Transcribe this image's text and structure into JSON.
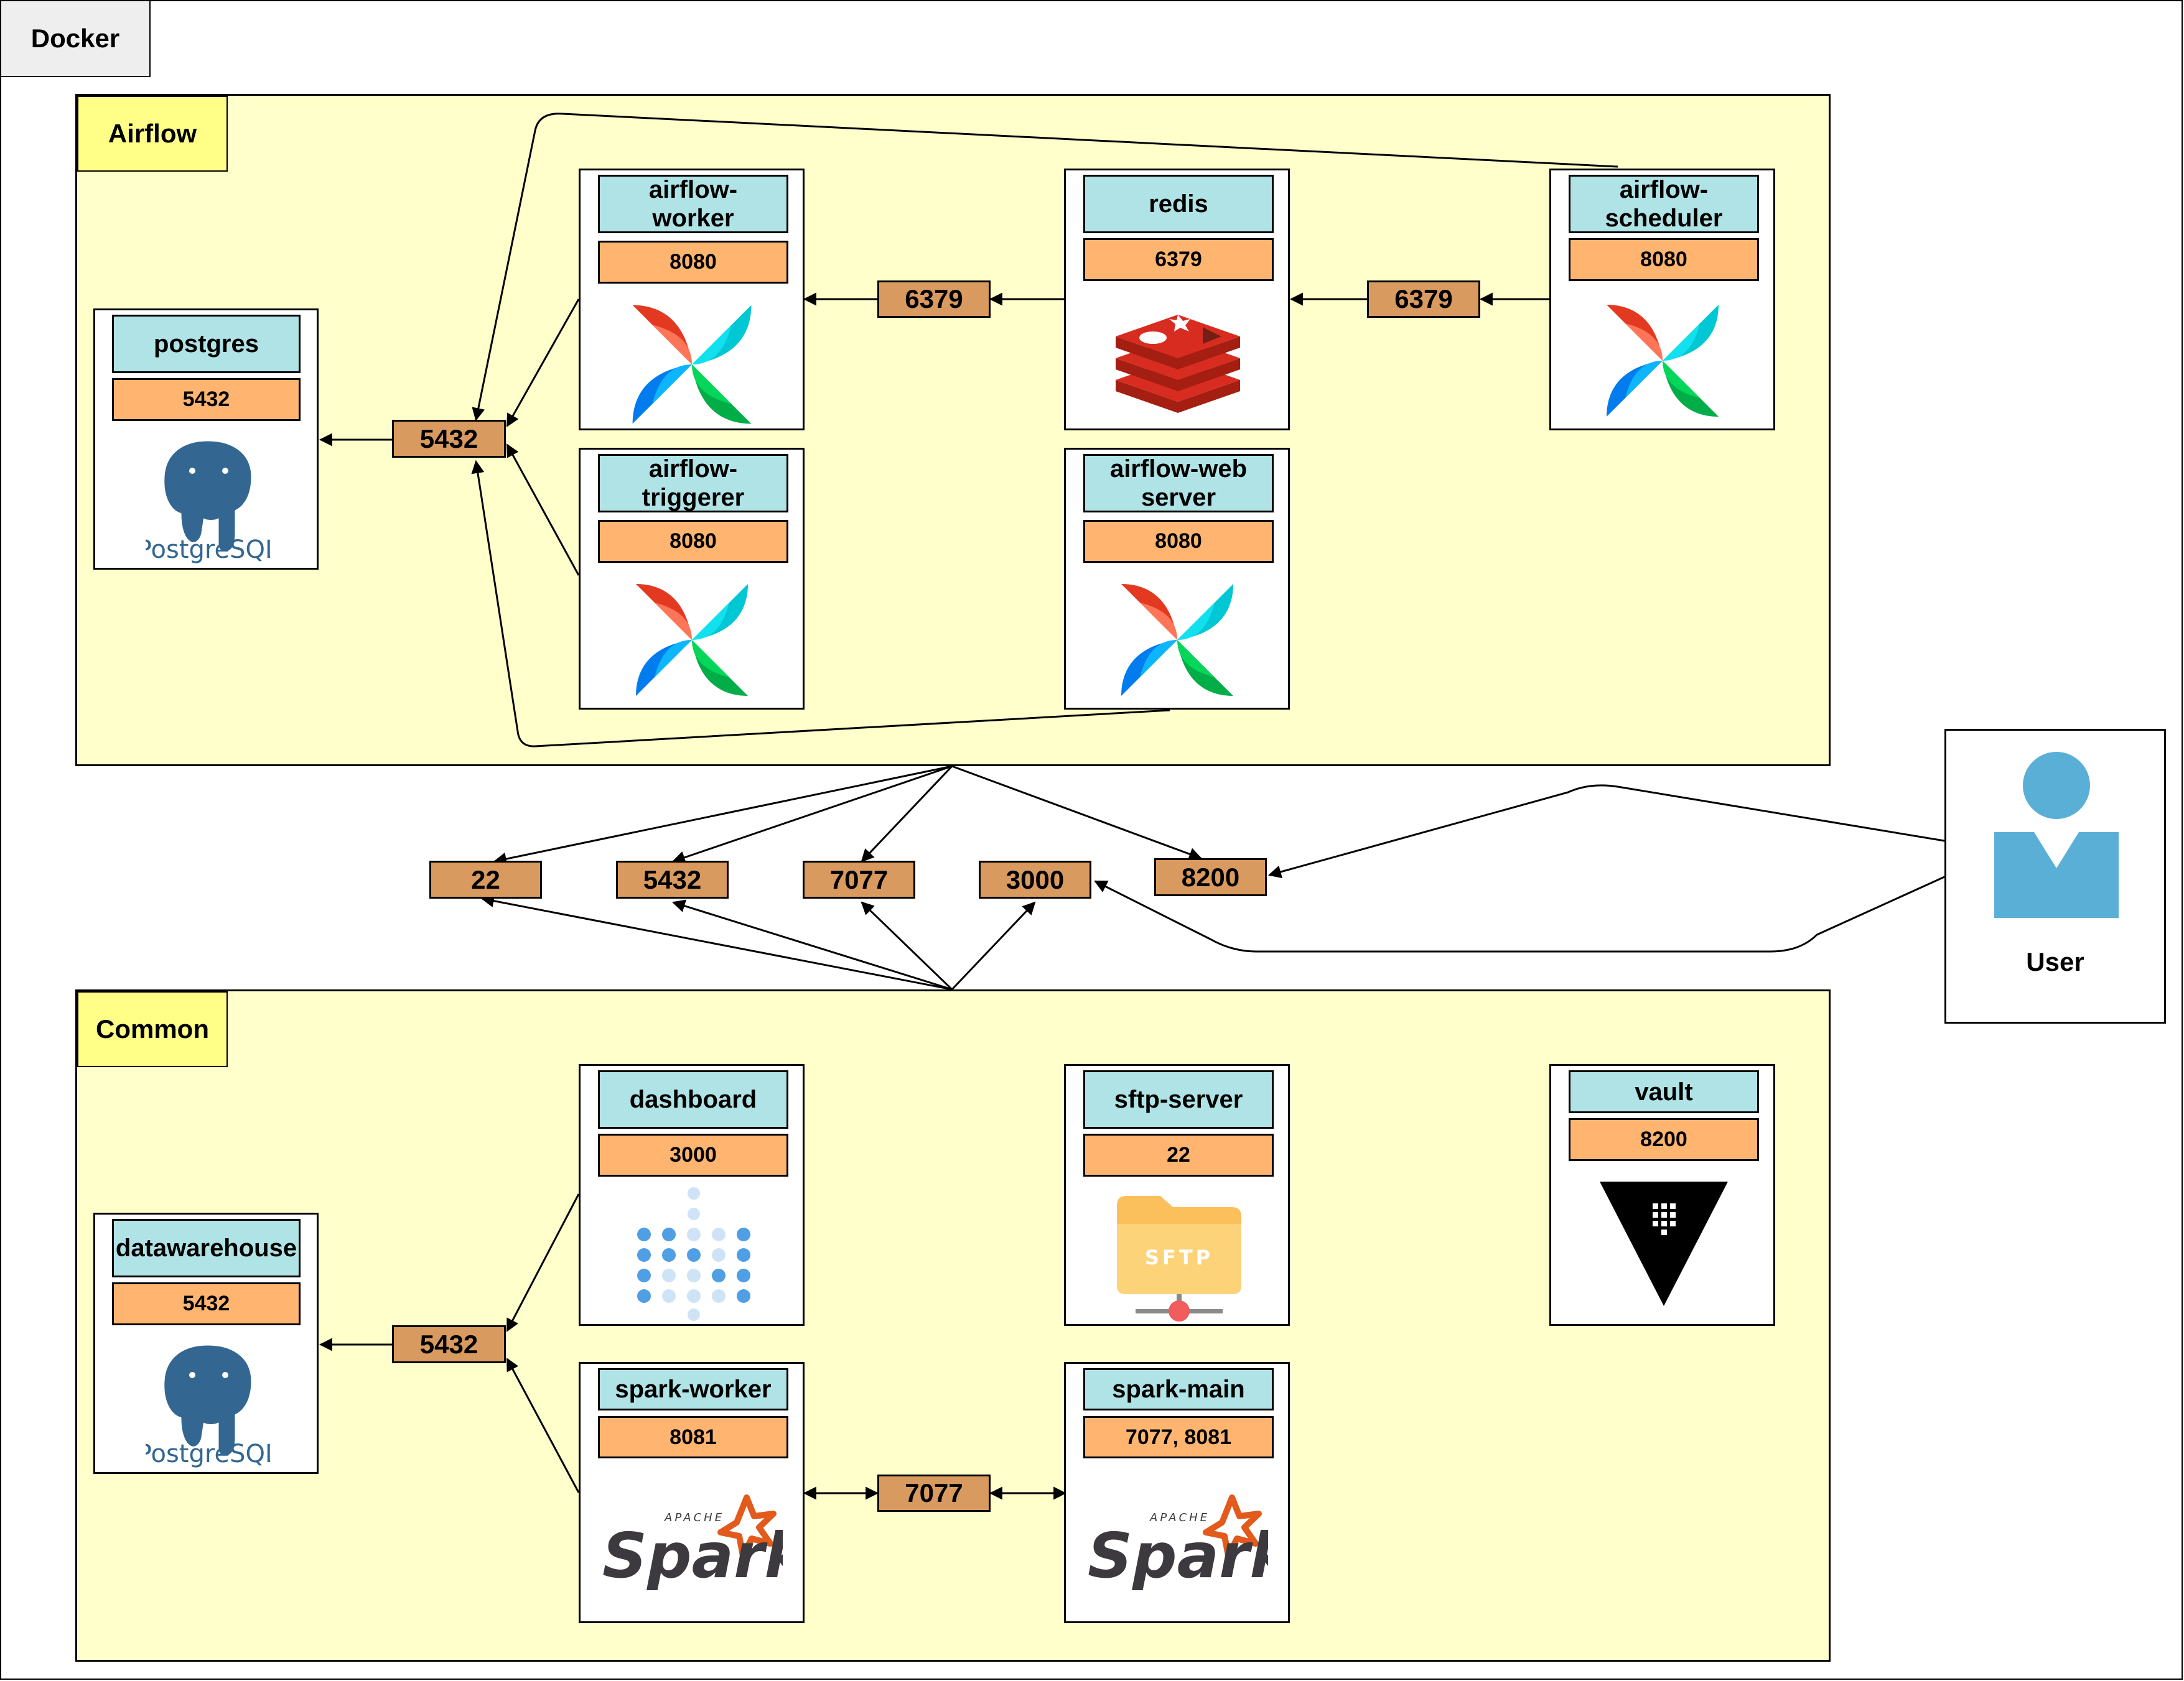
{
  "docker_label": "Docker",
  "user_label": "User",
  "colors": {
    "group_fill": "#ffffcc",
    "group_tag_fill": "#ffff88",
    "service_name_fill": "#b0e3e6",
    "service_port_fill": "#ffb570",
    "port_chip_fill": "#d99a5f",
    "docker_tag_fill": "#eeeeee",
    "user_icon": "#5aafd6"
  },
  "groups": {
    "airflow": "Airflow",
    "common": "Common"
  },
  "services": {
    "postgres": {
      "name": "postgres",
      "port": "5432",
      "icon": "postgresql-icon",
      "logo_text": "PostgreSQL"
    },
    "airflow_worker": {
      "name": "airflow-\nworker",
      "port": "8080",
      "icon": "airflow-pinwheel-icon"
    },
    "airflow_triggerer": {
      "name": "airflow-\ntriggerer",
      "port": "8080",
      "icon": "airflow-pinwheel-icon"
    },
    "redis": {
      "name": "redis",
      "port": "6379",
      "icon": "redis-icon"
    },
    "airflow_webserver": {
      "name": "airflow-web\nserver",
      "port": "8080",
      "icon": "airflow-pinwheel-icon"
    },
    "airflow_scheduler": {
      "name": "airflow-\nscheduler",
      "port": "8080",
      "icon": "airflow-pinwheel-icon"
    },
    "datawarehouse": {
      "name": "datawarehouse",
      "port": "5432",
      "icon": "postgresql-icon",
      "logo_text": "PostgreSQL"
    },
    "dashboard": {
      "name": "dashboard",
      "port": "3000",
      "icon": "metabase-dots-icon"
    },
    "sftp_server": {
      "name": "sftp-server",
      "port": "22",
      "icon": "sftp-folder-icon",
      "logo_text": "SFTP"
    },
    "vault": {
      "name": "vault",
      "port": "8200",
      "icon": "vault-triangle-icon"
    },
    "spark_worker": {
      "name": "spark-worker",
      "port": "8081",
      "icon": "spark-icon",
      "logo_text": "Spark",
      "logo_small": "APACHE"
    },
    "spark_main": {
      "name": "spark-main",
      "port": "7077, 8081",
      "icon": "spark-icon",
      "logo_text": "Spark",
      "logo_small": "APACHE"
    }
  },
  "port_chips": {
    "airflow_5432": "5432",
    "airflow_6379_a": "6379",
    "airflow_6379_b": "6379",
    "exposed_22": "22",
    "exposed_5432": "5432",
    "exposed_7077": "7077",
    "exposed_3000": "3000",
    "exposed_8200": "8200",
    "common_5432": "5432",
    "common_7077": "7077"
  }
}
